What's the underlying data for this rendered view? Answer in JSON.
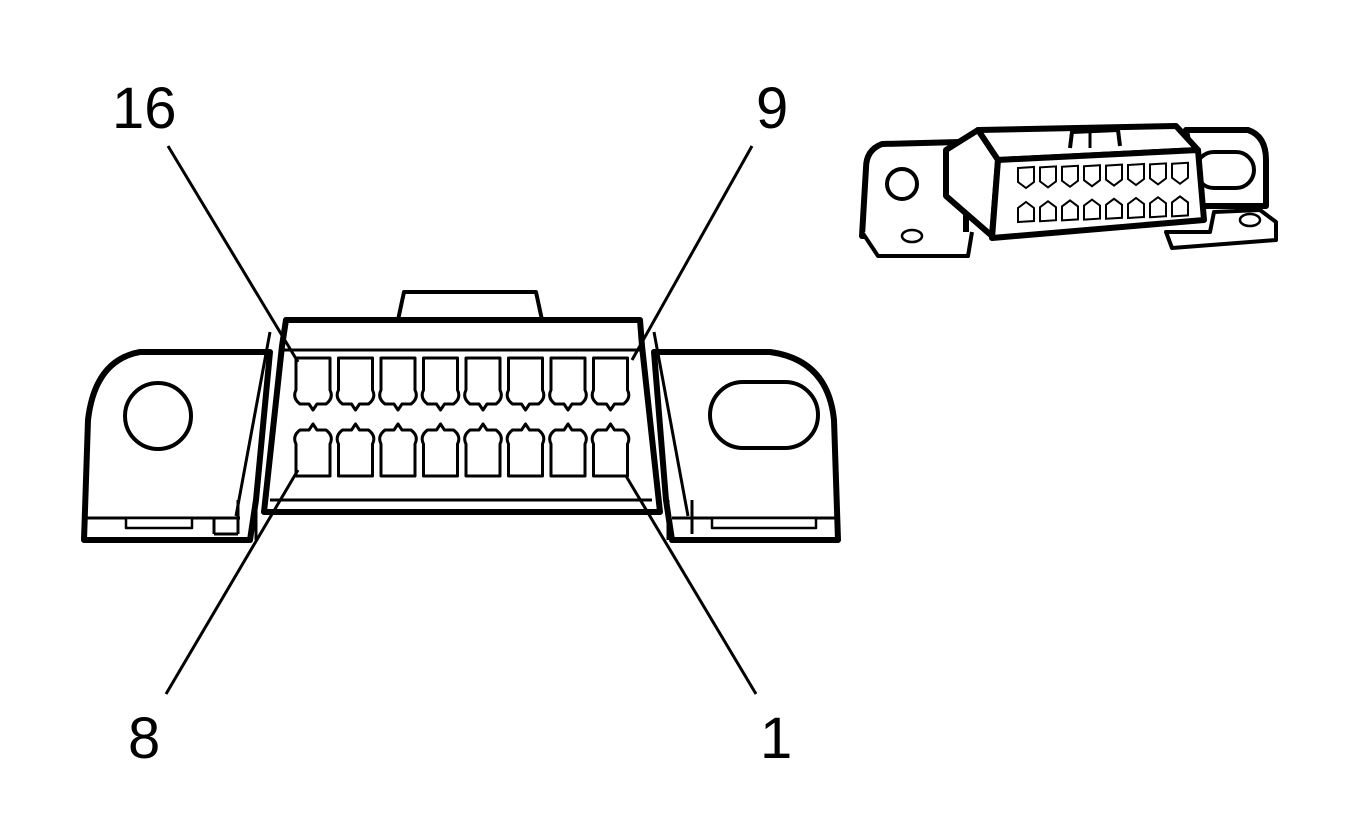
{
  "labels": {
    "pin_16": "16",
    "pin_9": "9",
    "pin_8": "8",
    "pin_1": "1"
  },
  "pins": {
    "top_row": 8,
    "bottom_row": 8
  },
  "colors": {
    "line": "#000000",
    "background": "#ffffff"
  }
}
